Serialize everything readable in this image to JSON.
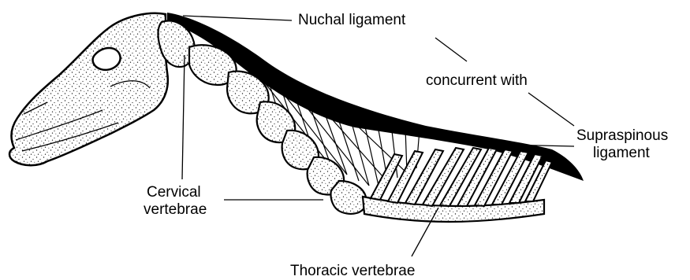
{
  "labels": {
    "nuchal": "Nuchal ligament",
    "concurrent": "concurrent with",
    "supraspinous_line1": "Supraspinous",
    "supraspinous_line2": "ligament",
    "cervical_line1": "Cervical",
    "cervical_line2": "vertebrae",
    "thoracic": "Thoracic vertebrae"
  },
  "colors": {
    "bone_fill": "#ffffff",
    "ink": "#000000",
    "stipple": "#222222"
  }
}
